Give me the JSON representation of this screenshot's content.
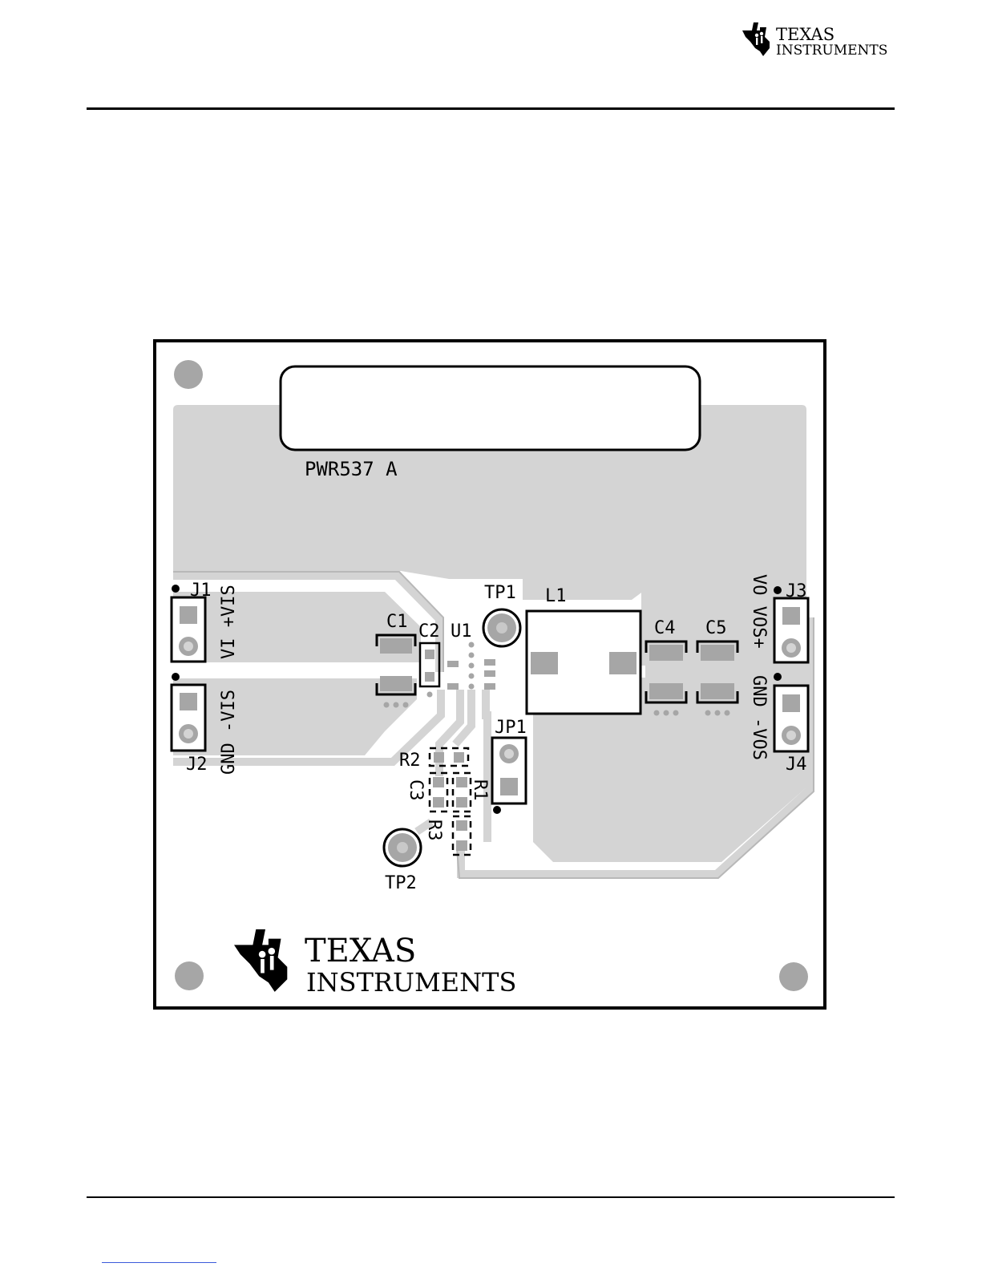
{
  "header": {
    "brand_line1": "Texas",
    "brand_line2": "Instruments"
  },
  "board": {
    "part_number": "PWR537 A",
    "designators": {
      "j1": "J1",
      "j2": "J2",
      "j3": "J3",
      "j4": "J4",
      "c1": "C1",
      "c2": "C2",
      "c3": "C3",
      "c4": "C4",
      "c5": "C5",
      "u1": "U1",
      "tp1": "TP1",
      "tp2": "TP2",
      "l1": "L1",
      "jp1": "JP1",
      "r1": "R1",
      "r2": "R2",
      "r3": "R3"
    },
    "terminal_labels": {
      "vi_plus_vis": "VI +VIS",
      "gnd_minus_vis": "GND -VIS",
      "vo_plus_vos": "VO VOS+",
      "gnd_minus_vos": "GND -VOS"
    },
    "logo": {
      "line1": "Texas",
      "line2": "Instruments"
    }
  },
  "colors": {
    "copper": "#d4d4d4",
    "pad": "#9a9a9a",
    "silkscreen": "#000000",
    "trace_edge": "#b8b8b8"
  },
  "icons": {
    "brand_logo": "ti-logo-icon"
  }
}
